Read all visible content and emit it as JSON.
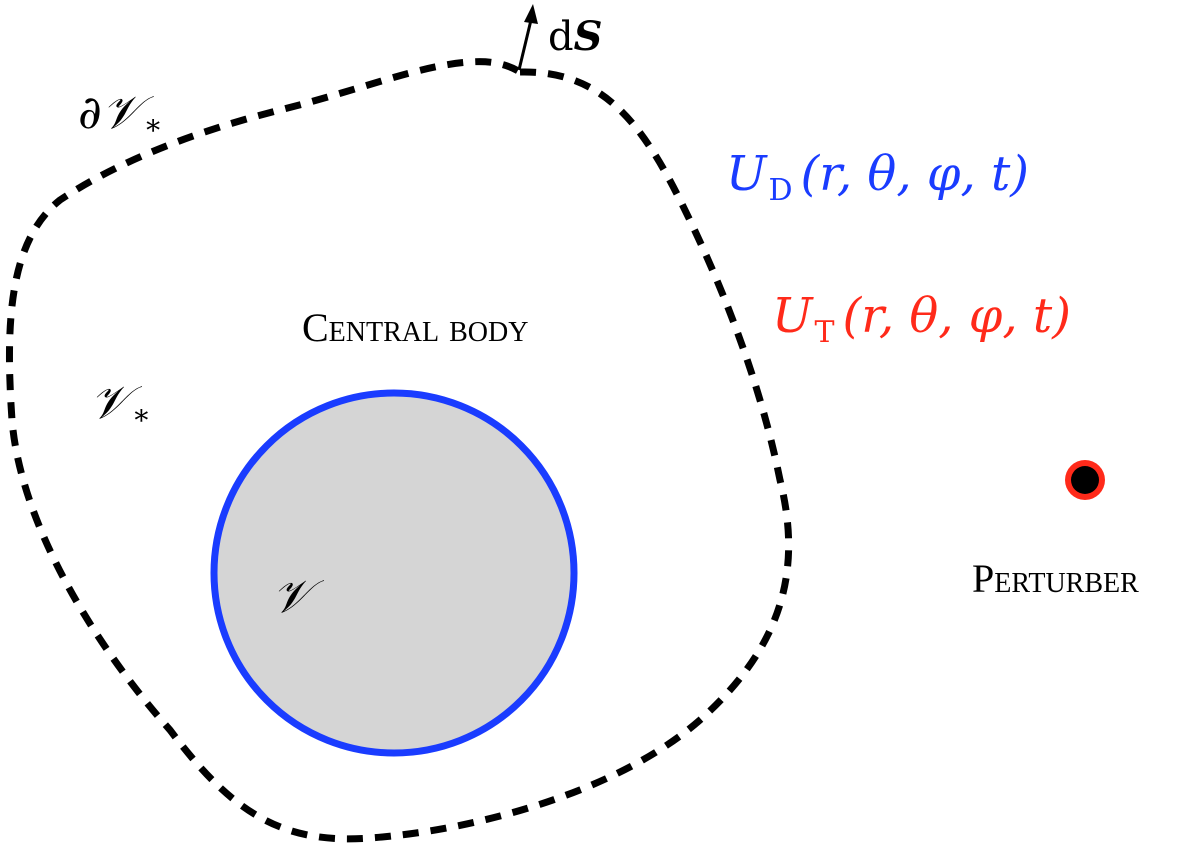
{
  "colors": {
    "potential_D": "#1a3cff",
    "potential_T": "#ff2a1a",
    "boundary": "#000000",
    "body_fill": "#d5d5d5",
    "body_stroke": "#1a3cff",
    "perturber_fill": "#000000",
    "perturber_ring": "#ff2a1a"
  },
  "labels": {
    "boundary_surface": "∂𝒱",
    "boundary_surface_sub": "*",
    "volume_star": "𝒱",
    "volume_star_sub": "*",
    "volume": "𝒱",
    "surface_element_d": "d",
    "surface_element_S": "S",
    "central_body": "Central body",
    "perturber": "Perturber"
  },
  "potentials": {
    "D": {
      "symbol": "U",
      "subscript": "D",
      "args": "(r, θ, φ, t)"
    },
    "T": {
      "symbol": "U",
      "subscript": "T",
      "args": "(r, θ, φ, t)"
    }
  },
  "icons": {
    "normal_arrow": "arrow-up-icon",
    "perturber_marker": "dot-icon"
  }
}
